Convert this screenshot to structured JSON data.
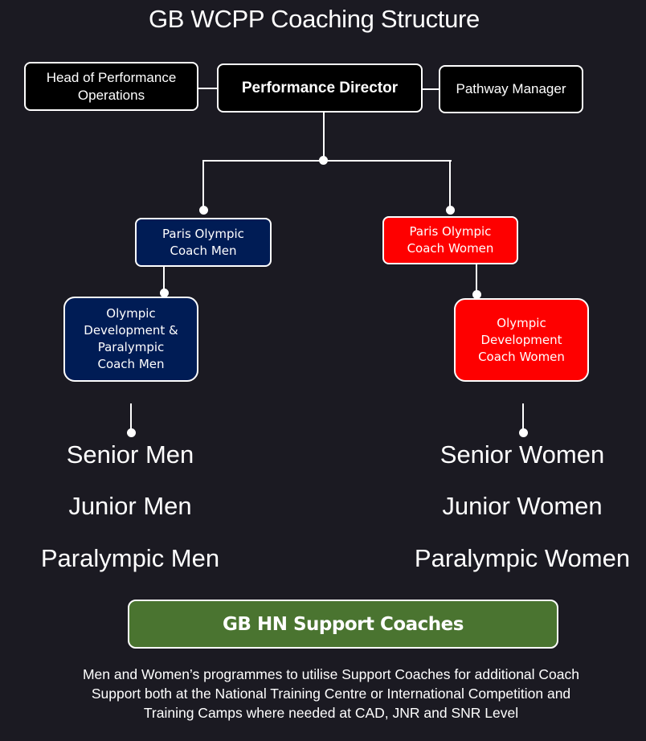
{
  "title": "GB WCPP Coaching Structure",
  "top_row": {
    "left": "Head of Performance Operations",
    "left_lines": [
      "Head of Performance",
      "Operations"
    ],
    "center": "Performance Director",
    "right": "Pathway Manager"
  },
  "men": {
    "head_coach": [
      "Paris Olympic",
      "Coach Men"
    ],
    "dev_coach": [
      "Olympic",
      "Development &",
      "Paralympic",
      "Coach Men"
    ],
    "groups": [
      "Senior Men",
      "Junior Men",
      "Paralympic Men"
    ],
    "color": "#001c55"
  },
  "women": {
    "head_coach": [
      "Paris Olympic",
      "Coach Women"
    ],
    "dev_coach": [
      "Olympic",
      "Development",
      "Coach Women"
    ],
    "groups": [
      "Senior Women",
      "Junior Women",
      "Paralympic Women"
    ],
    "color": "#fe0000"
  },
  "support": {
    "label": "GB HN Support Coaches",
    "color": "#4a7430",
    "note_lines": [
      "Men and Women’s programmes to utilise Support Coaches for additional Coach",
      "Support both at the National Training Centre or International Competition and",
      "Training Camps where needed at CAD, JNR and SNR Level"
    ]
  },
  "background_color": "#1b1a22"
}
